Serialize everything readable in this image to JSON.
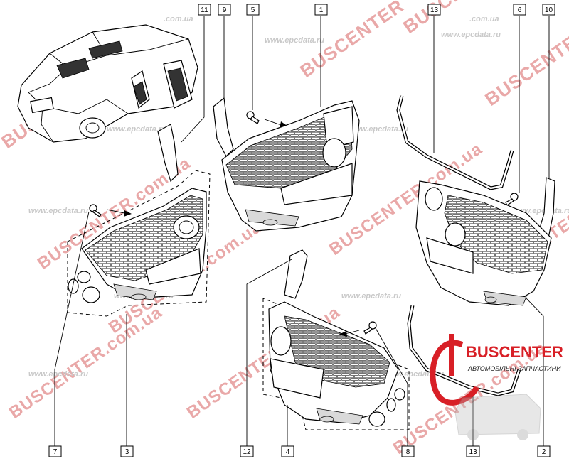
{
  "watermarks": {
    "buscenter": "BUSCENTER",
    "buscenter_com_ua": "BUSCENTER.com.ua",
    "epcdata": "www.epcdata.ru",
    "com_ua": ".com.ua"
  },
  "logo": {
    "name": "BUSCENTER",
    "tagline": "АВТОМОБІЛЬНІ ЗАПЧАСТИНИ"
  },
  "callouts": {
    "c11": "11",
    "c9": "9",
    "c5": "5",
    "c1": "1",
    "c13_top": "13",
    "c6": "6",
    "c10": "10",
    "c7": "7",
    "c3": "3",
    "c12": "12",
    "c4": "4",
    "c8": "8",
    "c13_bottom": "13",
    "c2": "2"
  },
  "colors": {
    "watermark": "#e9a8a8",
    "brand_red": "#d81f26",
    "line": "#000000"
  }
}
